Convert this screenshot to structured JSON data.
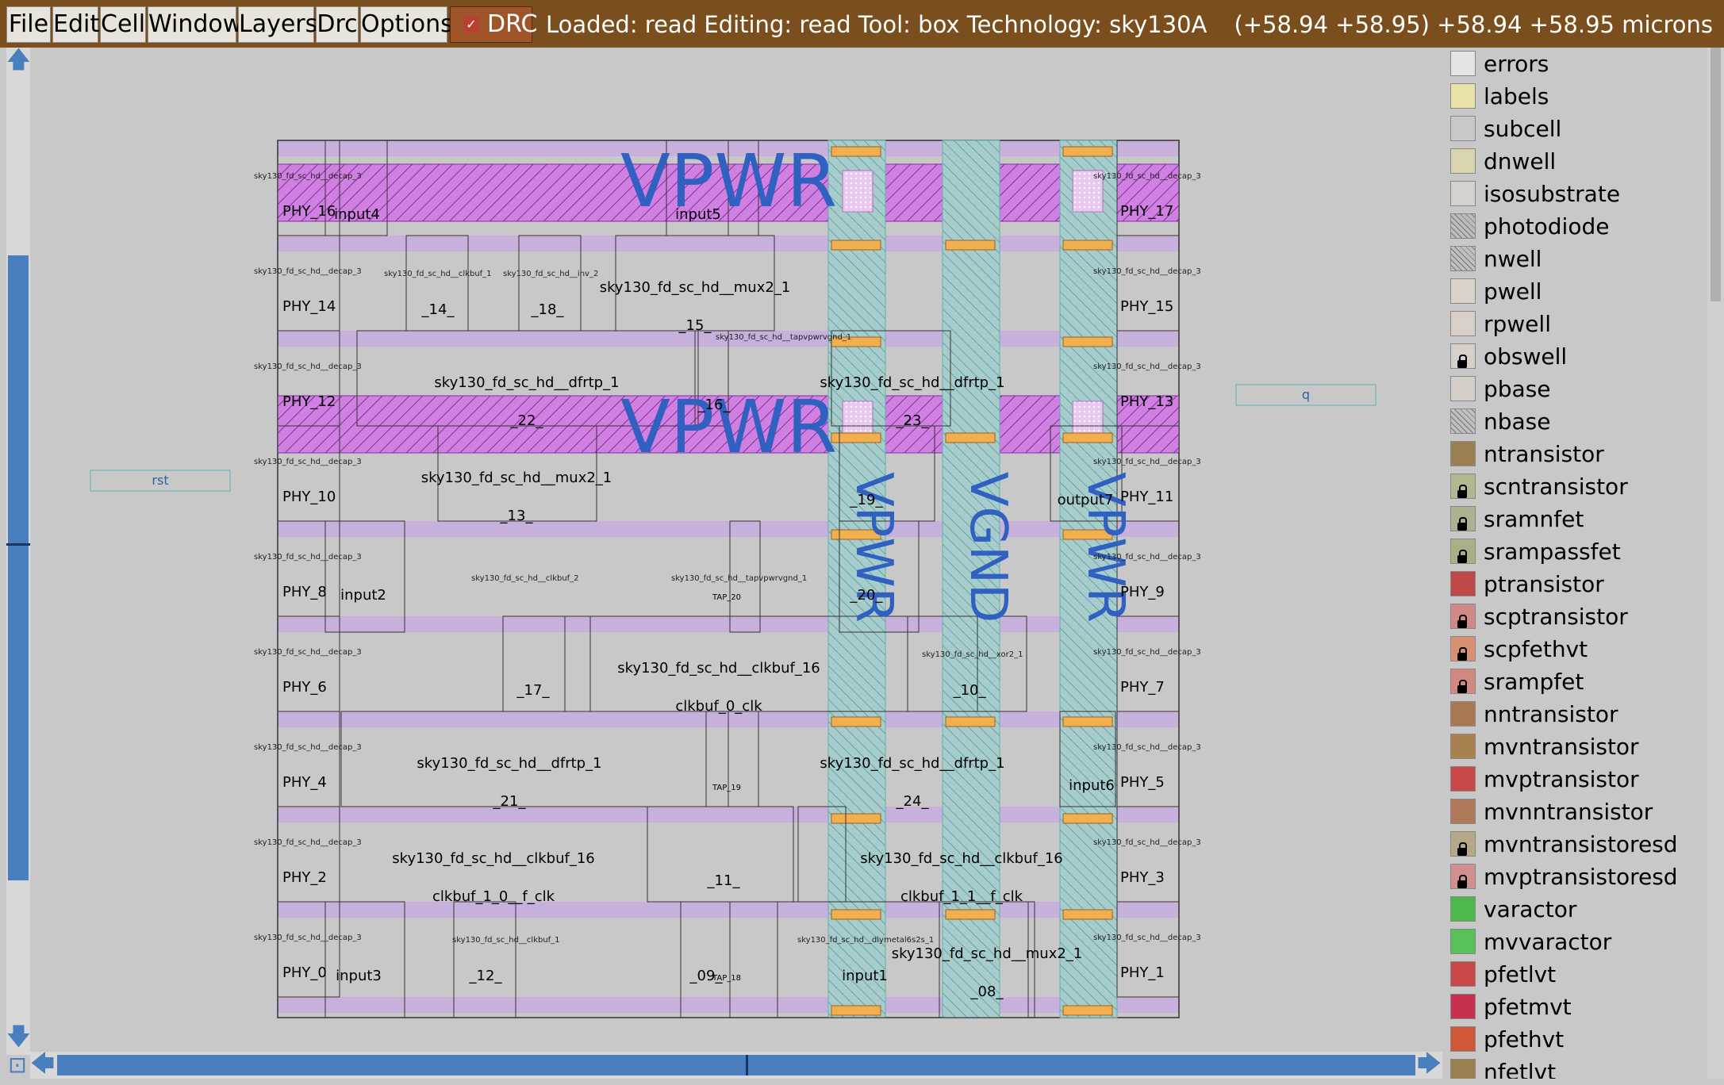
{
  "menu": {
    "items": [
      {
        "label": "File"
      },
      {
        "label": "Edit"
      },
      {
        "label": "Cell"
      },
      {
        "label": "Window"
      },
      {
        "label": "Layers"
      },
      {
        "label": "Drc"
      },
      {
        "label": "Options"
      }
    ],
    "drc_label": "DRC",
    "drc_checked": true
  },
  "status": {
    "text": "Loaded: read Editing: read Tool: box  Technology: sky130A",
    "coords": "(+58.94 +58.95) +58.94 +58.95 microns"
  },
  "canvas": {
    "cells": [
      {
        "name": "sky130_fd_sc_hd__mux2_1",
        "inst": "_15_"
      },
      {
        "name": "sky130_fd_sc_hd__dfrtp_1",
        "inst": "_22_"
      },
      {
        "name": "sky130_fd_sc_hd__dfrtp_1",
        "inst": "_23_"
      },
      {
        "name": "sky130_fd_sc_hd__mux2_1",
        "inst": "_13_"
      },
      {
        "name": "sky130_fd_sc_hd__clkbuf_16",
        "inst": "clkbuf_0_clk"
      },
      {
        "name": "sky130_fd_sc_hd__dfrtp_1",
        "inst": "_21_"
      },
      {
        "name": "sky130_fd_sc_hd__dfrtp_1",
        "inst": "_24_"
      },
      {
        "name": "sky130_fd_sc_hd__clkbuf_16",
        "inst": "clkbuf_1_0__f_clk"
      },
      {
        "name": "sky130_fd_sc_hd__clkbuf_16",
        "inst": "clkbuf_1_1__f_clk"
      },
      {
        "name": "sky130_fd_sc_hd__mux2_1",
        "inst": "_08_"
      }
    ],
    "small_labels": [
      "sky130_fd_sc_hd__decap_3",
      "sky130_fd_sc_hd__clkbuf_1",
      "sky130_fd_sc_hd__inv_2",
      "sky130_fd_sc_hd__mux2_1",
      "sky130_fd_sc_hd__clkbuf_2",
      "sky130_fd_sc_hd__xor2_1",
      "sky130_fd_sc_hd__tapvpwrvgnd_1",
      "sky130_fd_sc_hd__dlymetal6s2s_1"
    ],
    "inst_labels": [
      "_14_",
      "_18_",
      "_16_",
      "_19_",
      "_20_",
      "_17_",
      "_10_",
      "_11_",
      "_12_",
      "_09_",
      "input1",
      "input2",
      "input3",
      "input4",
      "input5",
      "input6",
      "output7",
      "TAP_20",
      "TAP_19",
      "TAP_18"
    ],
    "phy_left": [
      "PHY_16",
      "PHY_14",
      "PHY_12",
      "PHY_10",
      "PHY_8",
      "PHY_6",
      "PHY_4",
      "PHY_2",
      "PHY_0"
    ],
    "phy_right": [
      "PHY_17",
      "PHY_15",
      "PHY_13",
      "PHY_11",
      "PHY_9",
      "PHY_7",
      "PHY_5",
      "PHY_3",
      "PHY_1"
    ],
    "power_rails": [
      "VPWR",
      "VPWR"
    ],
    "power_straps": [
      "VPWR",
      "VGND",
      "VPWR"
    ],
    "pins": [
      "rst",
      "q"
    ]
  },
  "legend": {
    "items": [
      {
        "name": "errors",
        "color": "#e4e4e4",
        "hatch": false,
        "lock": false
      },
      {
        "name": "labels",
        "color": "#e8e2a8",
        "hatch": false,
        "lock": false
      },
      {
        "name": "subcell",
        "color": "#c8c8c8",
        "hatch": false,
        "lock": false
      },
      {
        "name": "dnwell",
        "color": "#d8d4b0",
        "hatch": false,
        "lock": false
      },
      {
        "name": "isosubstrate",
        "color": "#d4d0cc",
        "hatch": false,
        "lock": false
      },
      {
        "name": "photodiode",
        "color": "#bcbcbc",
        "hatch": true,
        "lock": false
      },
      {
        "name": "nwell",
        "color": "#c0c0c0",
        "hatch": true,
        "lock": false
      },
      {
        "name": "pwell",
        "color": "#d8d2c8",
        "hatch": false,
        "lock": false
      },
      {
        "name": "rpwell",
        "color": "#d6d0c8",
        "hatch": false,
        "lock": false
      },
      {
        "name": "obswell",
        "color": "#d6d0c8",
        "hatch": false,
        "lock": true
      },
      {
        "name": "pbase",
        "color": "#d4cec8",
        "hatch": false,
        "lock": false
      },
      {
        "name": "nbase",
        "color": "#c0c0c0",
        "hatch": true,
        "lock": false
      },
      {
        "name": "ntransistor",
        "color": "#9a8050",
        "hatch": false,
        "lock": false
      },
      {
        "name": "scntransistor",
        "color": "#b0b890",
        "hatch": false,
        "lock": true
      },
      {
        "name": "sramnfet",
        "color": "#aab290",
        "hatch": false,
        "lock": true
      },
      {
        "name": "srampassfet",
        "color": "#a8b088",
        "hatch": false,
        "lock": true
      },
      {
        "name": "ptransistor",
        "color": "#c04848",
        "hatch": false,
        "lock": false
      },
      {
        "name": "scptransistor",
        "color": "#d08888",
        "hatch": false,
        "lock": true
      },
      {
        "name": "scpfethvt",
        "color": "#d89070",
        "hatch": false,
        "lock": true
      },
      {
        "name": "srampfet",
        "color": "#d08880",
        "hatch": false,
        "lock": true
      },
      {
        "name": "nntransistor",
        "color": "#a87850",
        "hatch": false,
        "lock": false
      },
      {
        "name": "mvntransistor",
        "color": "#a88050",
        "hatch": false,
        "lock": false
      },
      {
        "name": "mvptransistor",
        "color": "#c84848",
        "hatch": false,
        "lock": false
      },
      {
        "name": "mvnntransistor",
        "color": "#b07a58",
        "hatch": false,
        "lock": false
      },
      {
        "name": "mvntransistoresd",
        "color": "#b4a888",
        "hatch": false,
        "lock": true
      },
      {
        "name": "mvptransistoresd",
        "color": "#d09090",
        "hatch": false,
        "lock": true
      },
      {
        "name": "varactor",
        "color": "#4cb84c",
        "hatch": false,
        "lock": false
      },
      {
        "name": "mvvaractor",
        "color": "#58c058",
        "hatch": false,
        "lock": false
      },
      {
        "name": "pfetlvt",
        "color": "#c84848",
        "hatch": false,
        "lock": false
      },
      {
        "name": "pfetmvt",
        "color": "#c83050",
        "hatch": false,
        "lock": false
      },
      {
        "name": "pfethvt",
        "color": "#d05838",
        "hatch": false,
        "lock": false
      },
      {
        "name": "nfetlvt",
        "color": "#9a8050",
        "hatch": false,
        "lock": false
      }
    ]
  }
}
